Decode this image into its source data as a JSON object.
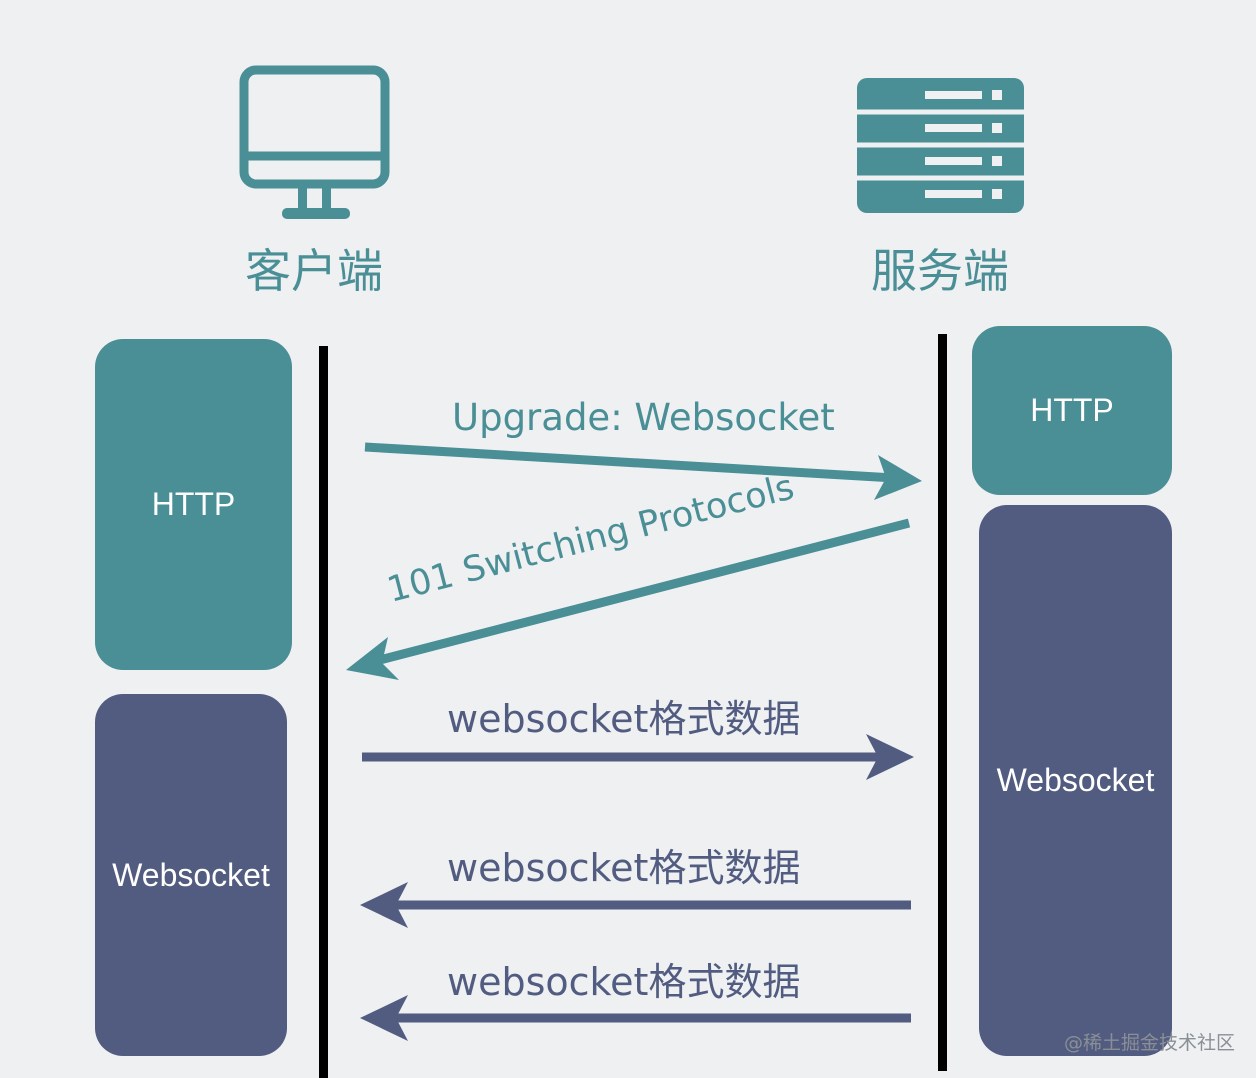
{
  "client": {
    "label": "客户端",
    "icon": "monitor-icon",
    "http_label": "HTTP",
    "websocket_label": "Websocket"
  },
  "server": {
    "label": "服务端",
    "icon": "server-rack-icon",
    "http_label": "HTTP",
    "websocket_label": "Websocket"
  },
  "messages": [
    {
      "text": "Upgrade: Websocket",
      "direction": "client-to-server",
      "color": "#4a8e96"
    },
    {
      "text": "101 Switching Protocols",
      "direction": "server-to-client",
      "color": "#4a8e96"
    },
    {
      "text": "websocket格式数据",
      "direction": "client-to-server",
      "color": "#525c80"
    },
    {
      "text": "websocket格式数据",
      "direction": "server-to-client",
      "color": "#525c80"
    },
    {
      "text": "websocket格式数据",
      "direction": "server-to-client",
      "color": "#525c80"
    }
  ],
  "colors": {
    "http": "#4a8e96",
    "websocket": "#525c80",
    "background": "#eef0f2"
  },
  "watermark": "@稀土掘金技术社区"
}
